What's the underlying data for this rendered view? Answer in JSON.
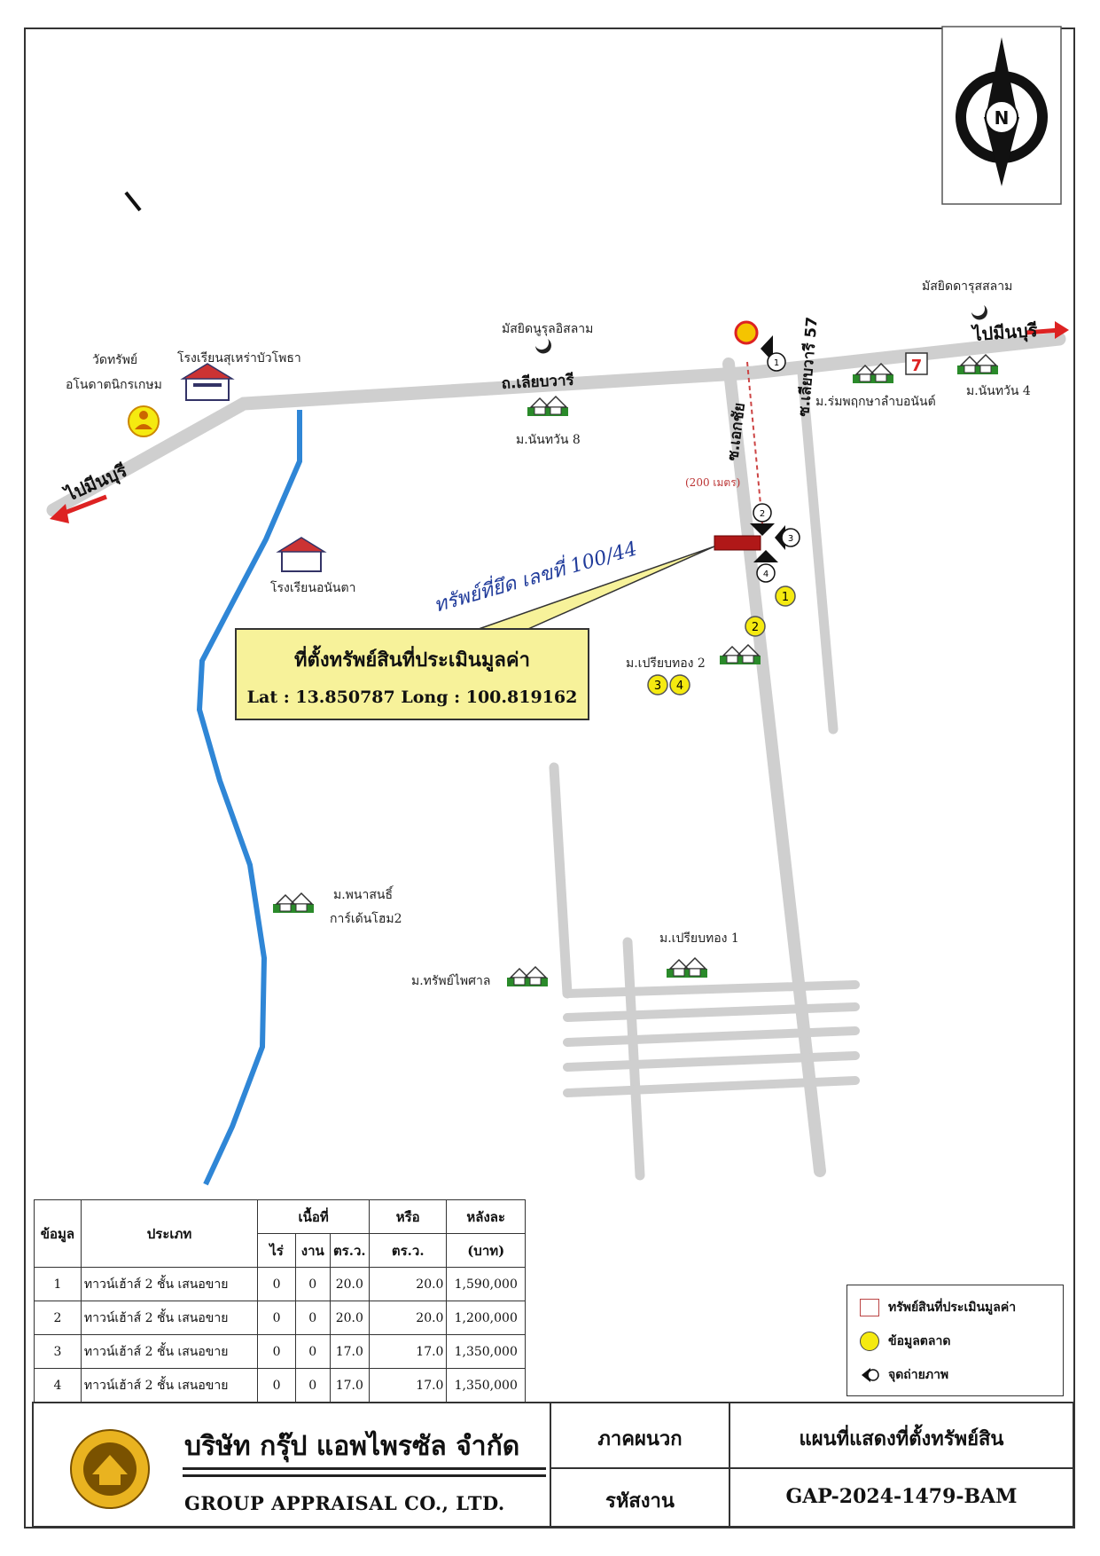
{
  "map": {
    "north_label": "N",
    "direction_labels": {
      "west": "ไปมีนบุรี",
      "east": "ไปมีนบุรี"
    },
    "roads": {
      "main": "ถ.เลียบวารี",
      "side_a": "ซ.เอกชัย",
      "side_b": "ซ.เลียบวารี 57"
    },
    "distance_label": "(200 เมตร)",
    "places": {
      "temple": "วัดทรัพย์",
      "temple_2": "อโนดาตนิกรเกษม",
      "school_1": "โรงเรียนสุเหร่าบัวโพธา",
      "mosque_1": "มัสยิดนูรุลอิสลาม",
      "mosque_2": "มัสยิดดารุสสลาม",
      "village_1": "ม.นันทวัน 8",
      "village_2": "ม.ร่มพฤกษาลำบอนันต์",
      "village_3": "ม.นันทวัน 4",
      "school_2": "โรงเรียนอนันตา",
      "village_4": "ม.เปรียบทอง 2",
      "village_5": "ม.พนาสนธิ์",
      "village_5b": "การ์เด้นโฮม2",
      "village_6": "ม.เปรียบทอง 1",
      "village_7": "ม.ทรัพย์ไพศาล"
    },
    "handwritten_note": "ทรัพย์ที่ยึด เลขที่ 100/44",
    "subject_callout": {
      "title": "ที่ตั้งทรัพย์สินที่ประเมินมูลค่า",
      "coords": "Lat : 13.850787 Long : 100.819162"
    },
    "market_points": [
      "1",
      "2",
      "3",
      "4"
    ],
    "camera_points": [
      "1",
      "2",
      "3",
      "4"
    ]
  },
  "table": {
    "headers": {
      "no": "ข้อมูล",
      "type": "ประเภท",
      "area": "เนื้อที่",
      "rai": "ไร่",
      "ngan": "งาน",
      "wa": "ตร.ว.",
      "or": "หรือ",
      "or_unit": "ตร.ว.",
      "price": "หลังละ",
      "price_unit": "(บาท)"
    },
    "rows": [
      {
        "no": "1",
        "type": "ทาวน์เฮ้าส์ 2 ชั้น  เสนอขาย",
        "rai": "0",
        "ngan": "0",
        "wa": "20.0",
        "total": "20.0",
        "price": "1,590,000"
      },
      {
        "no": "2",
        "type": "ทาวน์เฮ้าส์ 2 ชั้น  เสนอขาย",
        "rai": "0",
        "ngan": "0",
        "wa": "20.0",
        "total": "20.0",
        "price": "1,200,000"
      },
      {
        "no": "3",
        "type": "ทาวน์เฮ้าส์ 2 ชั้น  เสนอขาย",
        "rai": "0",
        "ngan": "0",
        "wa": "17.0",
        "total": "17.0",
        "price": "1,350,000"
      },
      {
        "no": "4",
        "type": "ทาวน์เฮ้าส์ 2 ชั้น  เสนอขาย",
        "rai": "0",
        "ngan": "0",
        "wa": "17.0",
        "total": "17.0",
        "price": "1,350,000"
      }
    ]
  },
  "legend": {
    "subject": "ทรัพย์สินที่ประเมินมูลค่า",
    "market": "ข้อมูลตลาด",
    "camera": "จุดถ่ายภาพ"
  },
  "footer": {
    "company_th": "บริษัท กรุ๊ป แอพไพรซัล จำกัด",
    "company_en": "GROUP APPRAISAL CO., LTD.",
    "section_label": "ภาคผนวก",
    "section_value": "แผนที่แสดงที่ตั้งทรัพย์สิน",
    "code_label": "รหัสงาน",
    "code_value": "GAP-2024-1479-BAM"
  },
  "colors": {
    "road": "#cfcfcf",
    "river": "#2f86d6",
    "market_dot": "#f5ea10",
    "subject": "#b01818",
    "callout_bg": "#f7f29a"
  }
}
